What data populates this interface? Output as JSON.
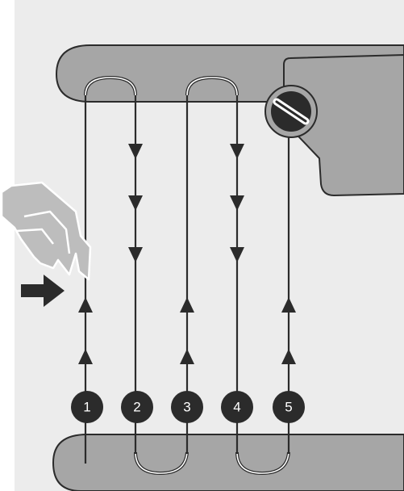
{
  "colors": {
    "background": "#ececec",
    "bar": "#a6a6a6",
    "outline": "#2b2b2b",
    "white": "#ffffff",
    "hand": "#bdbdbd"
  },
  "steps": [
    {
      "number": "1",
      "direction": "up"
    },
    {
      "number": "2",
      "direction": "down"
    },
    {
      "number": "3",
      "direction": "up"
    },
    {
      "number": "4",
      "direction": "down"
    },
    {
      "number": "5",
      "direction": "up"
    }
  ],
  "icons": {
    "hand": "hand-pushing-icon",
    "push_arrow": "arrow-right-icon",
    "tension_knob": "tension-knob-icon"
  }
}
